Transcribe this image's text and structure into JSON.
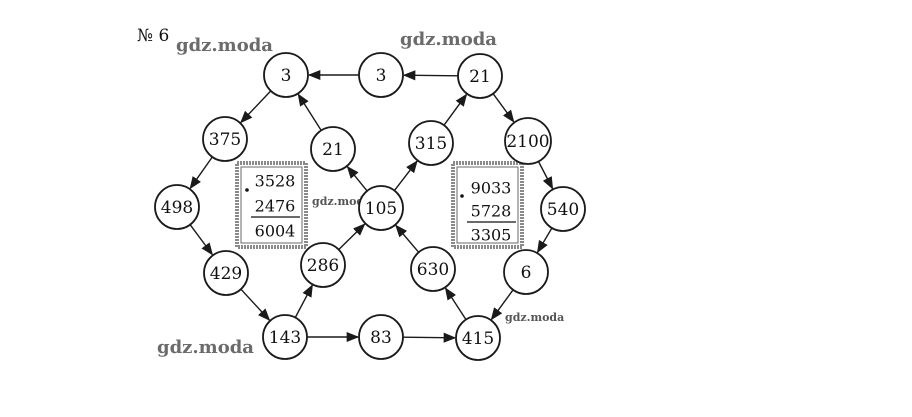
{
  "task_label": "№ 6",
  "watermarks": [
    "gdz.moda",
    "gdz.moda",
    "gdz.moda",
    "gdz.moda",
    "gdz.moda"
  ],
  "nodes": [
    {
      "id": "n_top3_left",
      "label": "3"
    },
    {
      "id": "n_top3_mid",
      "label": "3"
    },
    {
      "id": "n_top21",
      "label": "21"
    },
    {
      "id": "n_375",
      "label": "375"
    },
    {
      "id": "n_21_inner",
      "label": "21"
    },
    {
      "id": "n_315",
      "label": "315"
    },
    {
      "id": "n_2100",
      "label": "2100"
    },
    {
      "id": "n_498",
      "label": "498"
    },
    {
      "id": "n_105",
      "label": "105"
    },
    {
      "id": "n_540",
      "label": "540"
    },
    {
      "id": "n_429",
      "label": "429"
    },
    {
      "id": "n_286",
      "label": "286"
    },
    {
      "id": "n_630",
      "label": "630"
    },
    {
      "id": "n_6",
      "label": "6"
    },
    {
      "id": "n_143",
      "label": "143"
    },
    {
      "id": "n_83",
      "label": "83"
    },
    {
      "id": "n_415",
      "label": "415"
    }
  ],
  "edges": [
    {
      "from": "n_top21",
      "to": "n_top3_mid"
    },
    {
      "from": "n_top3_mid",
      "to": "n_top3_left"
    },
    {
      "from": "n_top3_left",
      "to": "n_375"
    },
    {
      "from": "n_375",
      "to": "n_498"
    },
    {
      "from": "n_498",
      "to": "n_429"
    },
    {
      "from": "n_429",
      "to": "n_143"
    },
    {
      "from": "n_143",
      "to": "n_83"
    },
    {
      "from": "n_83",
      "to": "n_415"
    },
    {
      "from": "n_143",
      "to": "n_286"
    },
    {
      "from": "n_286",
      "to": "n_105"
    },
    {
      "from": "n_105",
      "to": "n_21_inner"
    },
    {
      "from": "n_21_inner",
      "to": "n_top3_left"
    },
    {
      "from": "n_105",
      "to": "n_315"
    },
    {
      "from": "n_315",
      "to": "n_top21"
    },
    {
      "from": "n_top21",
      "to": "n_2100"
    },
    {
      "from": "n_2100",
      "to": "n_540"
    },
    {
      "from": "n_540",
      "to": "n_6"
    },
    {
      "from": "n_6",
      "to": "n_415"
    },
    {
      "from": "n_415",
      "to": "n_630"
    },
    {
      "from": "n_630",
      "to": "n_105"
    }
  ],
  "calc_left": {
    "operand1": "3528",
    "operand2": "2476",
    "result": "6004"
  },
  "calc_right": {
    "operand1": "9033",
    "operand2": "5728",
    "result": "3305"
  }
}
